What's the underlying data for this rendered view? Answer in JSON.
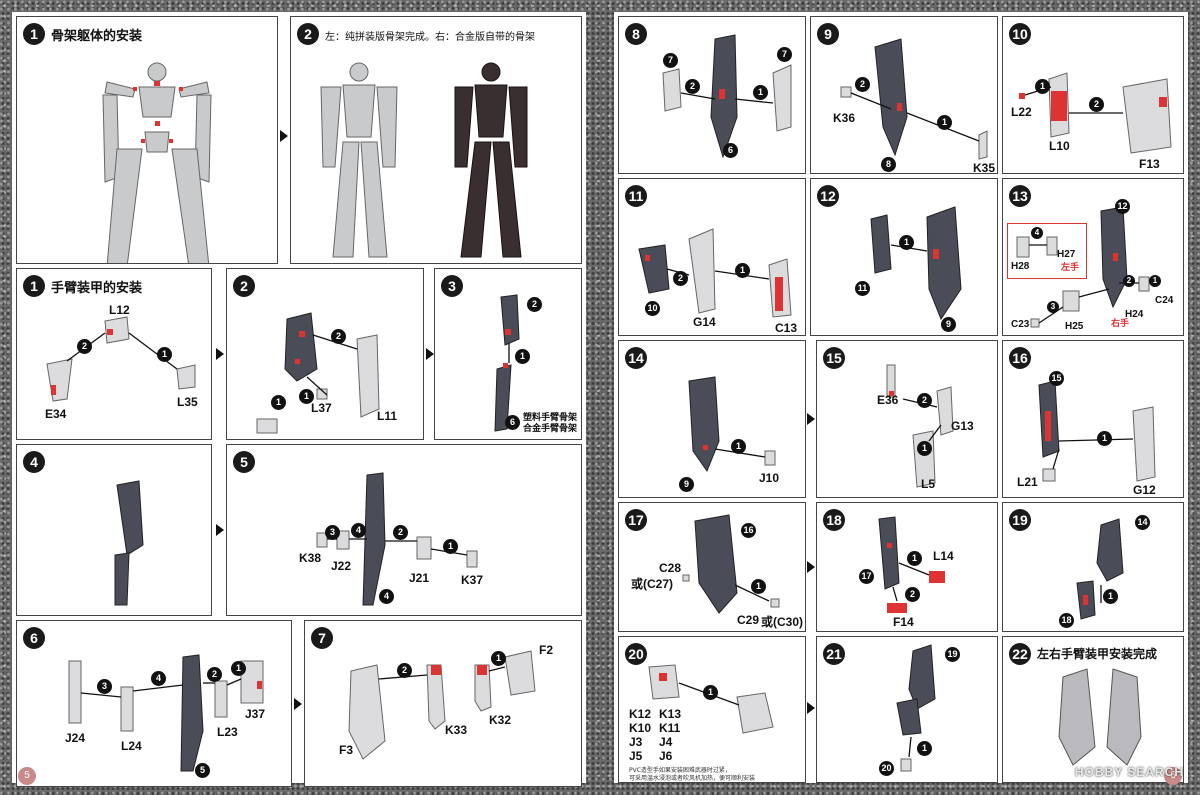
{
  "left_page": {
    "page_number": "5",
    "section_a": {
      "step1": {
        "num": "1",
        "title": "骨架躯体的安装"
      },
      "step2": {
        "num": "2",
        "title": "左：纯拼装版骨架完成。右：合金版自带的骨架"
      }
    },
    "section_b": {
      "step1": {
        "num": "1",
        "title": "手臂装甲的安装",
        "parts": [
          "L12",
          "E34",
          "L35"
        ],
        "arrows": [
          "2",
          "1"
        ]
      },
      "step2": {
        "num": "2",
        "parts": [
          "1",
          "L37",
          "L11"
        ],
        "arrows": [
          "2",
          "1"
        ]
      },
      "step3": {
        "num": "3",
        "parts": [
          "2",
          "6"
        ],
        "arrows": [
          "1"
        ],
        "note_line1": "塑料手臂骨架",
        "note_line2": "合金手臂骨架"
      },
      "step4": {
        "num": "4"
      },
      "step5": {
        "num": "5",
        "parts": [
          "K38",
          "J22",
          "J21",
          "K37",
          "4"
        ],
        "arrows": [
          "3",
          "4",
          "2",
          "1"
        ]
      },
      "step6": {
        "num": "6",
        "parts": [
          "J24",
          "L24",
          "L23",
          "J37",
          "5"
        ],
        "arrows": [
          "3",
          "4",
          "2",
          "1"
        ]
      },
      "step7": {
        "num": "7",
        "parts": [
          "F3",
          "K33",
          "K32",
          "F2"
        ],
        "arrows": [
          "2",
          "1"
        ]
      }
    }
  },
  "right_page": {
    "page_number": "6",
    "steps": [
      {
        "num": "8",
        "parts": [
          "7",
          "7",
          "6"
        ],
        "arrows": [
          "2",
          "1"
        ]
      },
      {
        "num": "9",
        "parts": [
          "K36",
          "K35",
          "8"
        ],
        "arrows": [
          "2",
          "1"
        ]
      },
      {
        "num": "10",
        "parts": [
          "L22",
          "L10",
          "F13"
        ],
        "arrows": [
          "1",
          "2"
        ]
      },
      {
        "num": "11",
        "parts": [
          "10",
          "G14",
          "C13"
        ],
        "arrows": [
          "2",
          "1"
        ]
      },
      {
        "num": "12",
        "parts": [
          "11",
          "9"
        ],
        "arrows": [
          "1"
        ]
      },
      {
        "num": "13",
        "parts": [
          "12",
          "H28",
          "H27",
          "C24",
          "H24",
          "C23",
          "H25"
        ],
        "arrows": [
          "4",
          "2",
          "1",
          "3"
        ],
        "hand_left": "左手",
        "hand_right": "右手"
      },
      {
        "num": "14",
        "parts": [
          "9",
          "J10"
        ],
        "arrows": [
          "1"
        ]
      },
      {
        "num": "15",
        "parts": [
          "E36",
          "G13",
          "L5"
        ],
        "arrows": [
          "2",
          "1"
        ]
      },
      {
        "num": "16",
        "parts": [
          "15",
          "L21",
          "G12"
        ],
        "arrows": [
          "1"
        ]
      },
      {
        "num": "17",
        "parts": [
          "16",
          "C28",
          "或(C27)",
          "C29",
          "或(C30)"
        ],
        "arrows": [
          "1"
        ]
      },
      {
        "num": "18",
        "parts": [
          "17",
          "L14",
          "F14"
        ],
        "arrows": [
          "1",
          "2"
        ]
      },
      {
        "num": "19",
        "parts": [
          "14",
          "18"
        ],
        "arrows": [
          "1"
        ]
      },
      {
        "num": "20",
        "parts": [
          "K12",
          "K13",
          "K10",
          "K11",
          "J3",
          "J4",
          "J5",
          "J6"
        ],
        "arrows": [
          "1"
        ],
        "note_line1": "PVC造型手如果安装困难武器时过紧，",
        "note_line2": "可采用温水浸泡或者吹风机加热，便可顺利安装"
      },
      {
        "num": "21",
        "parts": [
          "19",
          "20"
        ],
        "arrows": [
          "1"
        ]
      },
      {
        "num": "22",
        "title": "左右手臂装甲安装完成"
      }
    ]
  },
  "watermark": "HOBBY SEARCH",
  "colors": {
    "accent_red": "#d33333",
    "part_grey": "#c8c8cc",
    "frame_dark": "#4a4d57",
    "alloy_dark": "#3a2f30"
  }
}
